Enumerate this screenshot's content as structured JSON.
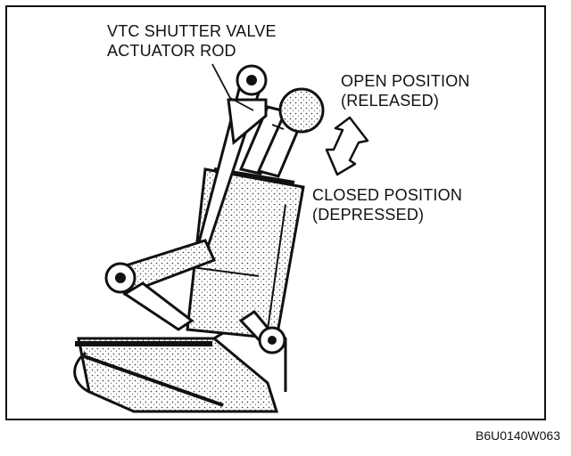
{
  "figure": {
    "labels": {
      "actuator_line1": "VTC SHUTTER VALVE",
      "actuator_line2": "ACTUATOR ROD",
      "open_line1": "OPEN POSITION",
      "open_line2": "(RELEASED)",
      "closed_line1": "CLOSED POSITION",
      "closed_line2": "(DEPRESSED)"
    },
    "figure_code": "B6U0140W063"
  }
}
